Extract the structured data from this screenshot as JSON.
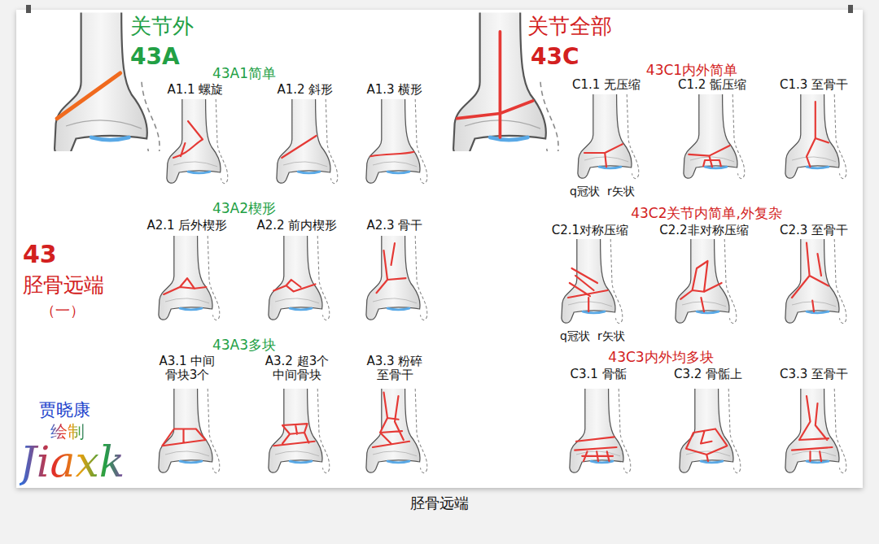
{
  "diagram": {
    "caption": "胫骨远端",
    "labels": [
      "关节外",
      "43A",
      "43A1简单",
      "A1.1 螺旋",
      "A1.2 斜形",
      "A1.3 横形",
      "43A2楔形",
      "A2.1 后外楔形",
      "A2.2 前内楔形",
      "A2.3 骨干",
      "43A3多块",
      "A3.1 中间 骨块3个",
      "A3.2 超3个 中间骨块",
      "A3.3 粉碎 至骨干",
      "43",
      "胫骨远端",
      "（一）",
      "贾晓康",
      "绘制",
      "Jiaxk",
      "关节全部",
      "43C",
      "43C1内外简单",
      "C1.1 无压缩",
      "C1.2 骺压缩",
      "C1.3 至骨干",
      "q冠状",
      "r矢状",
      "43C2关节内简单,外复杂",
      "C2.1对称压缩",
      "C2.2非对称压缩",
      "C2.3 至骨干",
      "q冠状",
      "r矢状",
      "43C3内外均多块",
      "C3.1 骨骺",
      "C3.2 骨骺上",
      "C3.3 至骨干"
    ]
  }
}
